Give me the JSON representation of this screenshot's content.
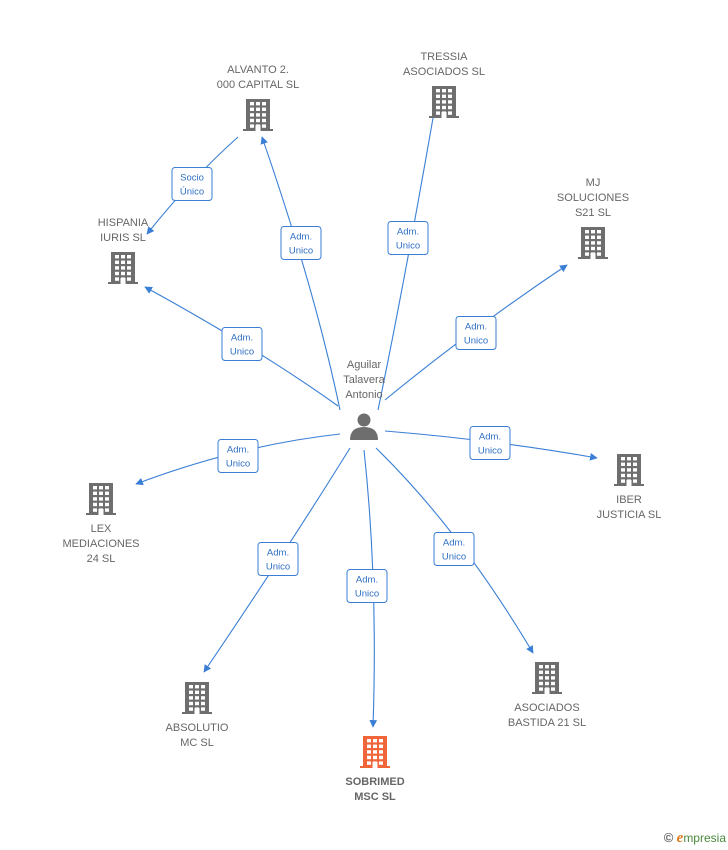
{
  "colors": {
    "edge": "#3a7fd5",
    "building": "#6e6e6e",
    "highlight": "#f0663a",
    "person": "#6e6e6e"
  },
  "center": {
    "lines": [
      "Aguilar",
      "Talavera",
      "Antonio"
    ],
    "icon": "person-icon"
  },
  "nodes": [
    {
      "id": "alvanto",
      "lines": [
        "ALVANTO 2.",
        "000 CAPITAL  SL"
      ],
      "icon": "building-icon"
    },
    {
      "id": "tressia",
      "lines": [
        "TRESSIA",
        "ASOCIADOS  SL"
      ],
      "icon": "building-icon"
    },
    {
      "id": "mj",
      "lines": [
        "MJ",
        "SOLUCIONES",
        "S21  SL"
      ],
      "icon": "building-icon"
    },
    {
      "id": "hispania",
      "lines": [
        "HISPANIA",
        "IURIS  SL"
      ],
      "icon": "building-icon"
    },
    {
      "id": "iber",
      "lines": [
        "IBER",
        "JUSTICIA  SL"
      ],
      "icon": "building-icon"
    },
    {
      "id": "lex",
      "lines": [
        "LEX",
        "MEDIACIONES",
        "24  SL"
      ],
      "icon": "building-icon"
    },
    {
      "id": "absolutio",
      "lines": [
        "ABSOLUTIO",
        "MC  SL"
      ],
      "icon": "building-icon"
    },
    {
      "id": "sobrimed",
      "lines": [
        "SOBRIMED",
        "MSC  SL"
      ],
      "icon": "building-icon",
      "highlight": true
    },
    {
      "id": "asociados",
      "lines": [
        "ASOCIADOS",
        "BASTIDA 21  SL"
      ],
      "icon": "building-icon"
    }
  ],
  "edges": [
    {
      "from": "center",
      "to": "alvanto",
      "label": [
        "Adm.",
        "Unico"
      ]
    },
    {
      "from": "center",
      "to": "tressia",
      "label": [
        "Adm.",
        "Unico"
      ]
    },
    {
      "from": "center",
      "to": "mj",
      "label": [
        "Adm.",
        "Unico"
      ]
    },
    {
      "from": "center",
      "to": "hispania",
      "label": [
        "Adm.",
        "Unico"
      ]
    },
    {
      "from": "center",
      "to": "iber",
      "label": [
        "Adm.",
        "Unico"
      ]
    },
    {
      "from": "center",
      "to": "lex",
      "label": [
        "Adm.",
        "Unico"
      ]
    },
    {
      "from": "center",
      "to": "absolutio",
      "label": [
        "Adm.",
        "Unico"
      ]
    },
    {
      "from": "center",
      "to": "sobrimed",
      "label": [
        "Adm.",
        "Unico"
      ]
    },
    {
      "from": "center",
      "to": "asociados",
      "label": [
        "Adm.",
        "Unico"
      ]
    },
    {
      "from": "alvanto",
      "to": "hispania",
      "label": [
        "Socio",
        "Único"
      ]
    }
  ],
  "brand": {
    "copyright": "©",
    "initial": "e",
    "rest": "mpresia"
  }
}
